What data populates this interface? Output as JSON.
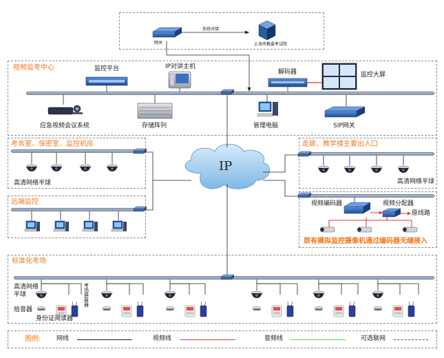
{
  "top": {
    "gateway_label": "网关",
    "connection_label": "系统对接",
    "bureau_label": "上海市教委考试院"
  },
  "center": {
    "title": "视频监考中心",
    "monitor_platform": "监控平台",
    "ip_intercom_host": "IP对讲主机",
    "decoder": "解码器",
    "video_wall": "监控大屏",
    "emergency_video_conf": "应急视频会议系统",
    "storage_array": "存储阵列",
    "management_pc": "管理电脑",
    "sip_gateway": "SIP网关"
  },
  "exam_office": {
    "title": "考务室、保密室、监控机房",
    "camera_label": "高清网络半球"
  },
  "corridor": {
    "title": "走廊、教学楼主要出入口",
    "camera_label": "高清网络半球"
  },
  "remote": {
    "title": "远端监控"
  },
  "ip_cloud": {
    "label": "IP"
  },
  "analog": {
    "video_encoder": "视频编码器",
    "video_distributor": "视频分配器",
    "original_line": "原线路",
    "note": "原有模拟监控摄像机通过编码器无缝接入"
  },
  "standard": {
    "title": "标准化考场",
    "camera_label": "高清网络半球",
    "pickup_label": "拾音器",
    "id_reader_label": "身份证阅读器",
    "shield_label": "考场屏蔽器"
  },
  "legend": {
    "title": "图例:",
    "items": [
      {
        "label": "网线",
        "color": "#222222"
      },
      {
        "label": "视频线",
        "color": "#e83030"
      },
      {
        "label": "音频线",
        "color": "#4ade4a"
      },
      {
        "label": "可选联网",
        "color": "#555555"
      }
    ]
  }
}
